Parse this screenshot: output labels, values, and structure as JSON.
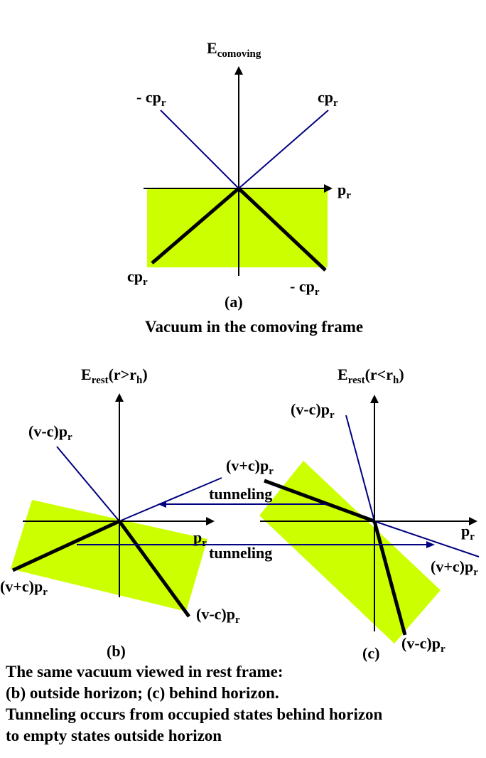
{
  "panel_a": {
    "axis_y_label": "E",
    "axis_y_sub": "comoving",
    "axis_x_label": "p",
    "axis_x_sub": "r",
    "line_label_upper_left": "- cp",
    "line_label_upper_right": "cp",
    "line_label_lower_left": "cp",
    "line_label_lower_right": "- cp",
    "momentum_sub": "r",
    "tag": "(a)",
    "caption": "Vacuum in the comoving frame"
  },
  "panel_b": {
    "axis_y_label": "E",
    "axis_y_sub": "rest",
    "axis_y_suffix_1": "(r>r",
    "axis_y_suffix_sub": "h",
    "axis_y_suffix_2": ")",
    "axis_x_label": "p",
    "axis_x_sub": "r",
    "line_label_upper_left": "(v-c)p",
    "line_label_upper_right": "(v+c)p",
    "line_label_lower_left": "(v+c)p",
    "line_label_lower_right": "(v-c)p",
    "momentum_sub": "r",
    "tag": "(b)"
  },
  "panel_c": {
    "axis_y_label": "E",
    "axis_y_sub": "rest",
    "axis_y_suffix_1": "(r<r",
    "axis_y_suffix_sub": "h",
    "axis_y_suffix_2": ")",
    "axis_x_label": "p",
    "axis_x_sub": "r",
    "line_label_upper": "(v-c)p",
    "line_label_right": "(v+c)p",
    "line_label_lower": "(v-c)p",
    "momentum_sub": "r",
    "tag": "(c)"
  },
  "tunneling": {
    "label_top": "tunneling",
    "label_bottom": "tunneling"
  },
  "footer": {
    "line1": "The same vacuum viewed in rest frame:",
    "line2": "(b) outside horizon; (c) behind horizon.",
    "line3": "Tunneling occurs from occupied states behind horizon",
    "line4": "to empty states outside horizon"
  },
  "colors": {
    "fill": "#ccff00",
    "axis": "#000000",
    "line": "#000080",
    "occupied_line": "#000000"
  }
}
